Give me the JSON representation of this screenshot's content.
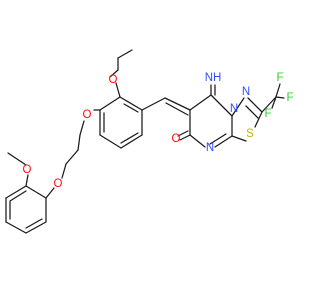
{
  "molecule": {
    "atoms": {
      "o_ethoxy": "O",
      "o_ether_ring": "O",
      "o_chain_2": "O",
      "o_methoxy": "O",
      "n_imino": "NH",
      "n_bridge": "N",
      "n_thiadiazole": "N",
      "n_pyrimidine": "N",
      "s_ring": "S",
      "o_carbonyl": "O",
      "f_1": "F",
      "f_2": "F",
      "f_3": "F"
    },
    "colors": {
      "bond": "#1a1a1a",
      "oxygen": "#ff0d0d",
      "nitrogen": "#3050f8",
      "sulfur": "#c8b400",
      "fluorine": "#33cc33"
    }
  }
}
